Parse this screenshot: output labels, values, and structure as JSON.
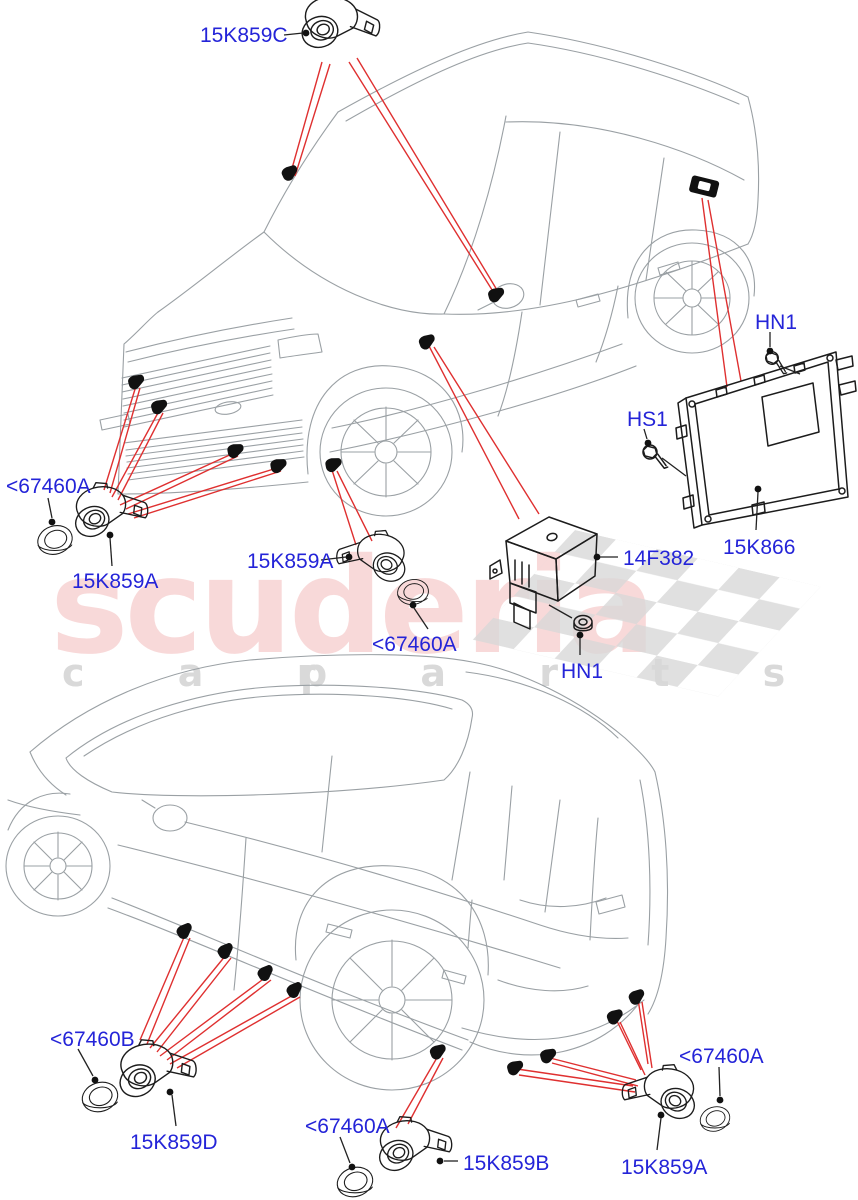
{
  "watermark": {
    "brand": "scuderia",
    "word_left": "c a r",
    "word_right": "p a r t s"
  },
  "colors": {
    "label-blue": "#2424d8",
    "leader-red": "#df3030",
    "car-gray": "#9aa0a4",
    "part-black": "#1c1c1c",
    "watermark-pink": "#e04848",
    "watermark-gray": "#d9d9d9"
  },
  "callouts": [
    {
      "part": "top-sensor",
      "text": "15K859C"
    },
    {
      "part": "front-bezel-left",
      "text": "<67460A"
    },
    {
      "part": "front-sensor-left",
      "text": "15K859A"
    },
    {
      "part": "front-sensor-middle",
      "text": "15K859A"
    },
    {
      "part": "front-bezel-middle",
      "text": "<67460A"
    },
    {
      "part": "control-module",
      "text": "14F382"
    },
    {
      "part": "module-nut",
      "text": "HN1"
    },
    {
      "part": "bracket-nut",
      "text": "HN1"
    },
    {
      "part": "bracket-screw",
      "text": "HS1"
    },
    {
      "part": "radar-bracket",
      "text": "15K866"
    },
    {
      "part": "rear-bezel-left",
      "text": "<67460B"
    },
    {
      "part": "rear-sensor-left",
      "text": "15K859D"
    },
    {
      "part": "rear-bezel-middle",
      "text": "<67460A"
    },
    {
      "part": "rear-sensor-middle",
      "text": "15K859B"
    },
    {
      "part": "rear-bezel-right",
      "text": "<67460A"
    },
    {
      "part": "rear-sensor-right",
      "text": "15K859A"
    }
  ]
}
